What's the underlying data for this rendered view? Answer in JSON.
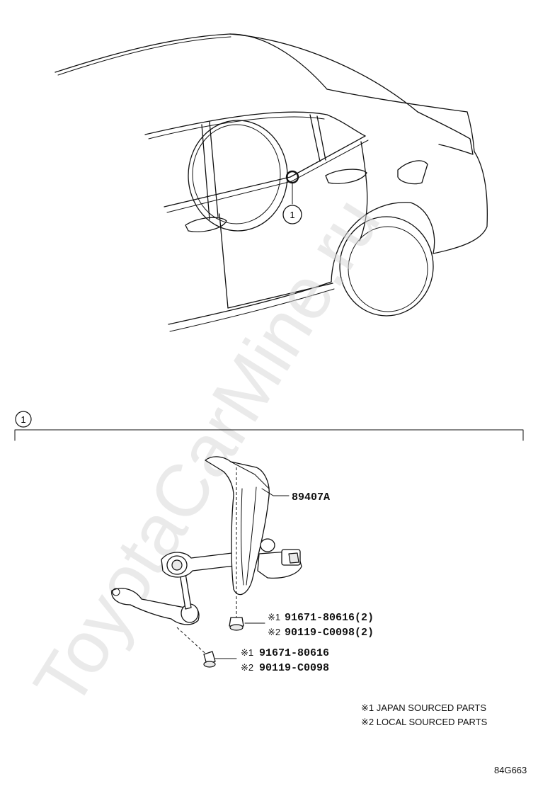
{
  "watermark": "ToyotaCarMine.ru",
  "callout": {
    "number": "1"
  },
  "section": {
    "number": "1"
  },
  "parts": {
    "main": "89407A",
    "bolt_upper": [
      {
        "mark": "※1",
        "number": "91671-80616(2)"
      },
      {
        "mark": "※2",
        "number": "90119-C0098(2)"
      }
    ],
    "bolt_lower": [
      {
        "mark": "※1",
        "number": "91671-80616"
      },
      {
        "mark": "※2",
        "number": "90119-C0098"
      }
    ]
  },
  "notes": [
    "※1 JAPAN SOURCED PARTS",
    "※2 LOCAL SOURCED PARTS"
  ],
  "diagram_code": "84G663"
}
